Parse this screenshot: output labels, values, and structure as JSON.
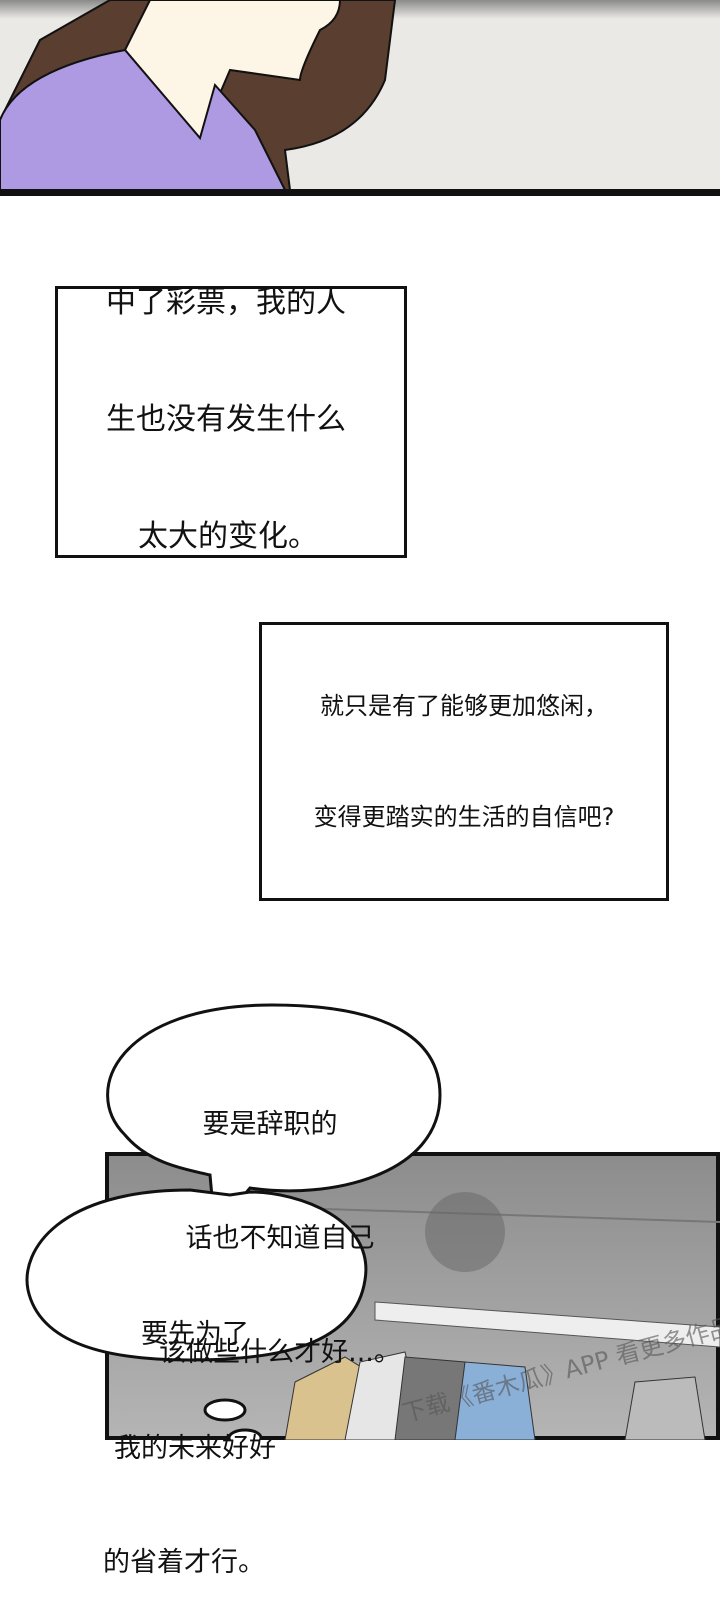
{
  "panels": {
    "top": {
      "description_colors": {
        "shirt": "#ad9ae2",
        "hair": "#5a3e30",
        "skin": "#fdf6e6",
        "wall": "#ebe9e6"
      }
    },
    "bottom": {
      "description_colors": {
        "background": "#9a9a9a"
      },
      "watermark": "下载《番木瓜》APP 看更多作品"
    }
  },
  "caption_boxes": [
    {
      "lines": [
        "中了彩票，我的人",
        "生也没有发生什么",
        "太大的变化。"
      ]
    },
    {
      "lines": [
        "就只是有了能够更加悠闲，",
        "变得更踏实的生活的自信吧?"
      ]
    }
  ],
  "speech_bubbles": [
    {
      "lines": [
        "要是辞职的",
        "话也不知道自己",
        "该做些什么才好...。"
      ]
    },
    {
      "lines": [
        "要先为了",
        "我的未来好好",
        "的省着才行。"
      ]
    }
  ]
}
